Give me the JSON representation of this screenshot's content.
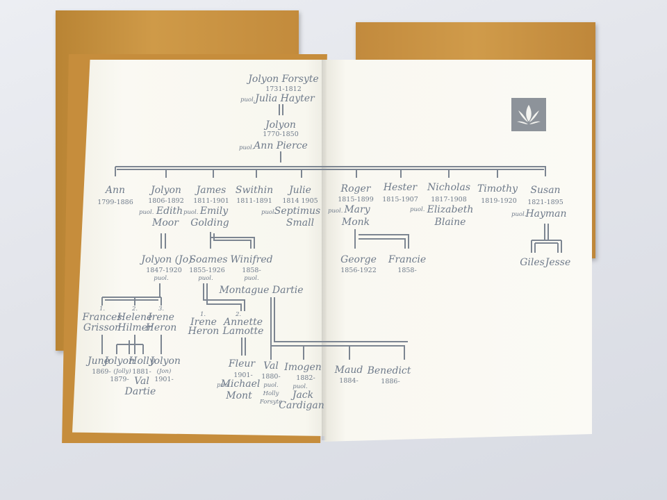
{
  "tree": {
    "top": {
      "name": "Jolyon Forsyte",
      "years": "1731-1812",
      "spouse_label": "puol.",
      "spouse": "Julia Hayter"
    },
    "second": {
      "name": "Jolyon",
      "years": "1770-1850",
      "spouse_label": "puol.",
      "spouse": "Ann Pierce"
    },
    "children": [
      {
        "name": "Ann",
        "years": "1799-1886"
      },
      {
        "name": "Jolyon",
        "years": "1806-1892",
        "spouse_label": "puol.",
        "spouse": "Edith",
        "spouse2": "Moor"
      },
      {
        "name": "James",
        "years": "1811-1901",
        "spouse_label": "puol.",
        "spouse": "Emily",
        "spouse2": "Golding"
      },
      {
        "name": "Swithin",
        "years": "1811-1891"
      },
      {
        "name": "Julie",
        "years": "1814 1905",
        "spouse_label": "puol.",
        "spouse": "Septimus",
        "spouse2": "Small"
      },
      {
        "name": "Roger",
        "years": "1815-1899",
        "spouse_label": "puol.",
        "spouse": "Mary",
        "spouse2": "Monk"
      },
      {
        "name": "Hester",
        "years": "1815-1907"
      },
      {
        "name": "Nicholas",
        "years": "1817-1908",
        "spouse_label": "puol.",
        "spouse": "Elizabeth",
        "spouse2": "Blaine"
      },
      {
        "name": "Timothy",
        "years": "1819-1920"
      },
      {
        "name": "Susan",
        "years": "1821-1895",
        "spouse_label": "puol.",
        "spouse": "Hayman"
      }
    ],
    "jo": {
      "name": "Jolyon (Jo)",
      "years": "1847-1920",
      "spouse_label": "puol."
    },
    "soames": {
      "name": "Soames",
      "years": "1855-1926",
      "spouse_label": "puol."
    },
    "winifred": {
      "name": "Winifred",
      "years": "1858-",
      "spouse_label": "puol.",
      "spouse": "Montague Dartie"
    },
    "george": {
      "name": "George",
      "years": "1856-1922"
    },
    "francie": {
      "name": "Francie",
      "years": "1858-"
    },
    "giles": "Giles",
    "jesse": "Jesse",
    "jo_wives": [
      {
        "num": "1.",
        "name": "Frances",
        "name2": "Grisson"
      },
      {
        "num": "2.",
        "name": "Helene",
        "name2": "Hilmer"
      },
      {
        "num": "3.",
        "name": "Irene",
        "name2": "Heron"
      }
    ],
    "soames_wives": [
      {
        "num": "1.",
        "name": "Irene",
        "name2": "Heron"
      },
      {
        "num": "2.",
        "name": "Annette",
        "name2": "Lamotte"
      }
    ],
    "jo_kids": [
      {
        "name": "June",
        "years": "1869-"
      },
      {
        "name": "Jolyon",
        "sub": "(Jolly)",
        "years": "1879-"
      },
      {
        "name": "Holly",
        "years": "1881-",
        "spouse": "Val",
        "spouse2": "Dartie"
      },
      {
        "name": "Jolyon",
        "sub": "(Jon)",
        "years": "1901-"
      }
    ],
    "fleur": {
      "name": "Fleur",
      "years": "1901-",
      "spouse_label": "puol.",
      "spouse": "Michael",
      "spouse2": "Mont"
    },
    "dartie_kids": [
      {
        "name": "Val",
        "years": "1880-",
        "spouse_label": "puol.",
        "spouse": "Holly",
        "spouse2": "Forsyte"
      },
      {
        "name": "Imogen",
        "years": "1882-",
        "spouse_label": "puol.",
        "spouse": "Jack",
        "spouse2": "Cardigan"
      },
      {
        "name": "Maud",
        "years": "1884-"
      },
      {
        "name": "Benedict",
        "years": "1886-"
      }
    ]
  },
  "colors": {
    "ink": "#6e7a8a",
    "page": "#f9f8f1",
    "cover": "#c68d3c",
    "backdrop": "#e3e5eb"
  },
  "logo": "leaf-emblem-icon"
}
